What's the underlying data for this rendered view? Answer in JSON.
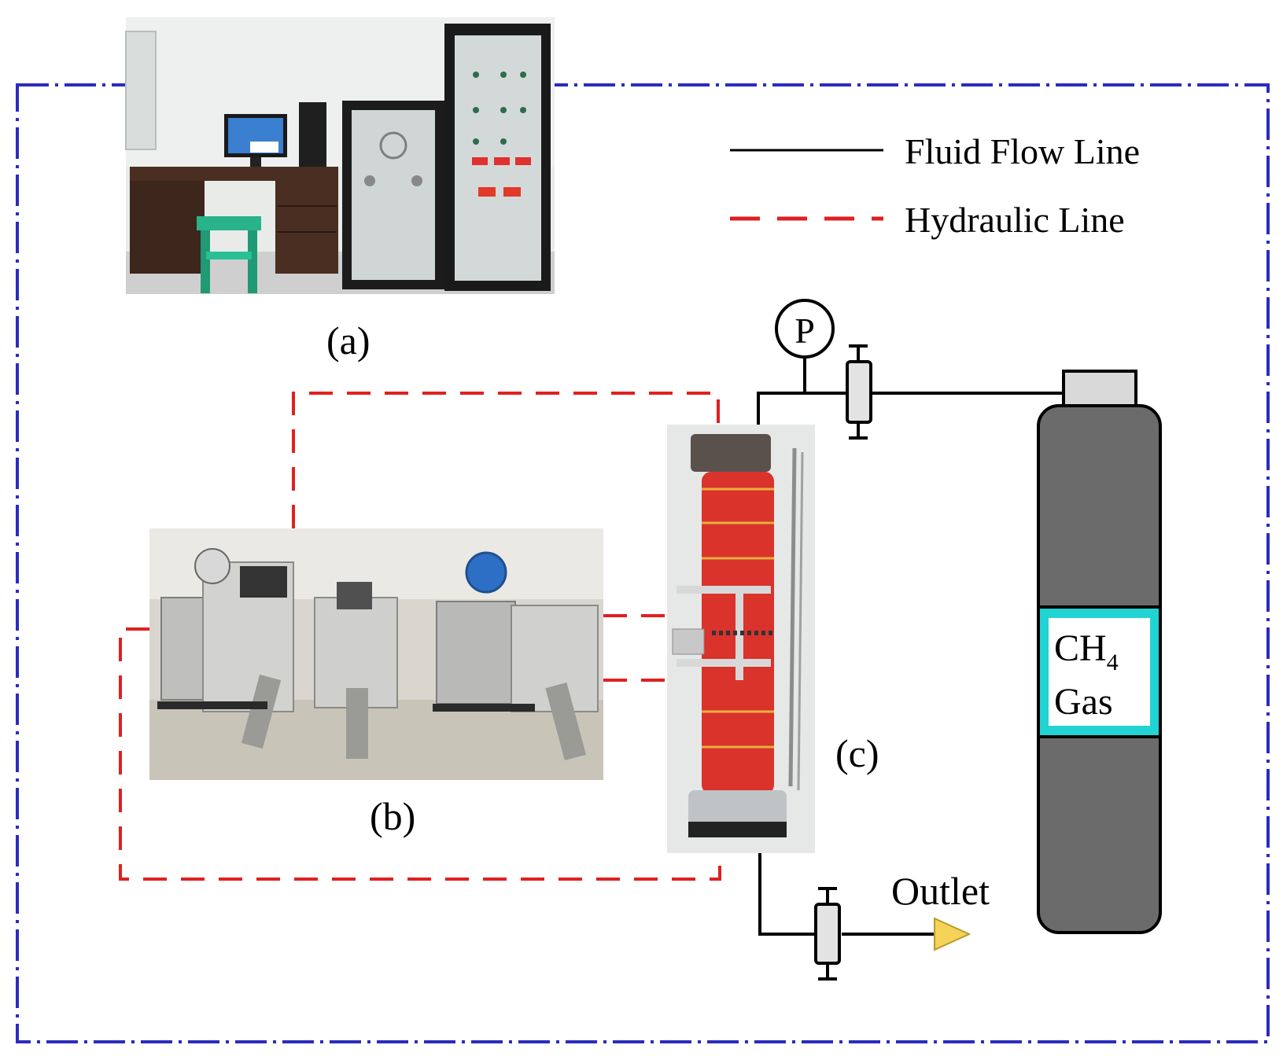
{
  "legend": {
    "fluid_flow_line": "Fluid Flow Line",
    "hydraulic_line": "Hydraulic Line"
  },
  "labels": {
    "a": "(a)",
    "b": "(b)",
    "c": "(c)",
    "outlet": "Outlet",
    "pressure_gauge": "P",
    "gas_ch": "CH",
    "gas_sub": "4",
    "gas_word": "Gas"
  },
  "colors": {
    "enclosure_border": "#2b2bbf",
    "fluid_line": "#000000",
    "hydraulic_line": "#e02020",
    "cylinder_body": "#6b6b6b",
    "cylinder_band": "#22d3d3",
    "cylinder_cap": "#d9d9d9",
    "outlet_arrow": "#f5d35a",
    "specimen_sleeve": "#d9332b"
  },
  "icons": {
    "photo_a": "control-cabinet-photo",
    "photo_b": "hydraulic-pump-photo",
    "photo_c": "triaxial-cell-photo",
    "gauge": "pressure-gauge-icon",
    "valve": "valve-icon",
    "cylinder": "gas-cylinder-icon",
    "outlet": "outlet-arrow-icon"
  }
}
